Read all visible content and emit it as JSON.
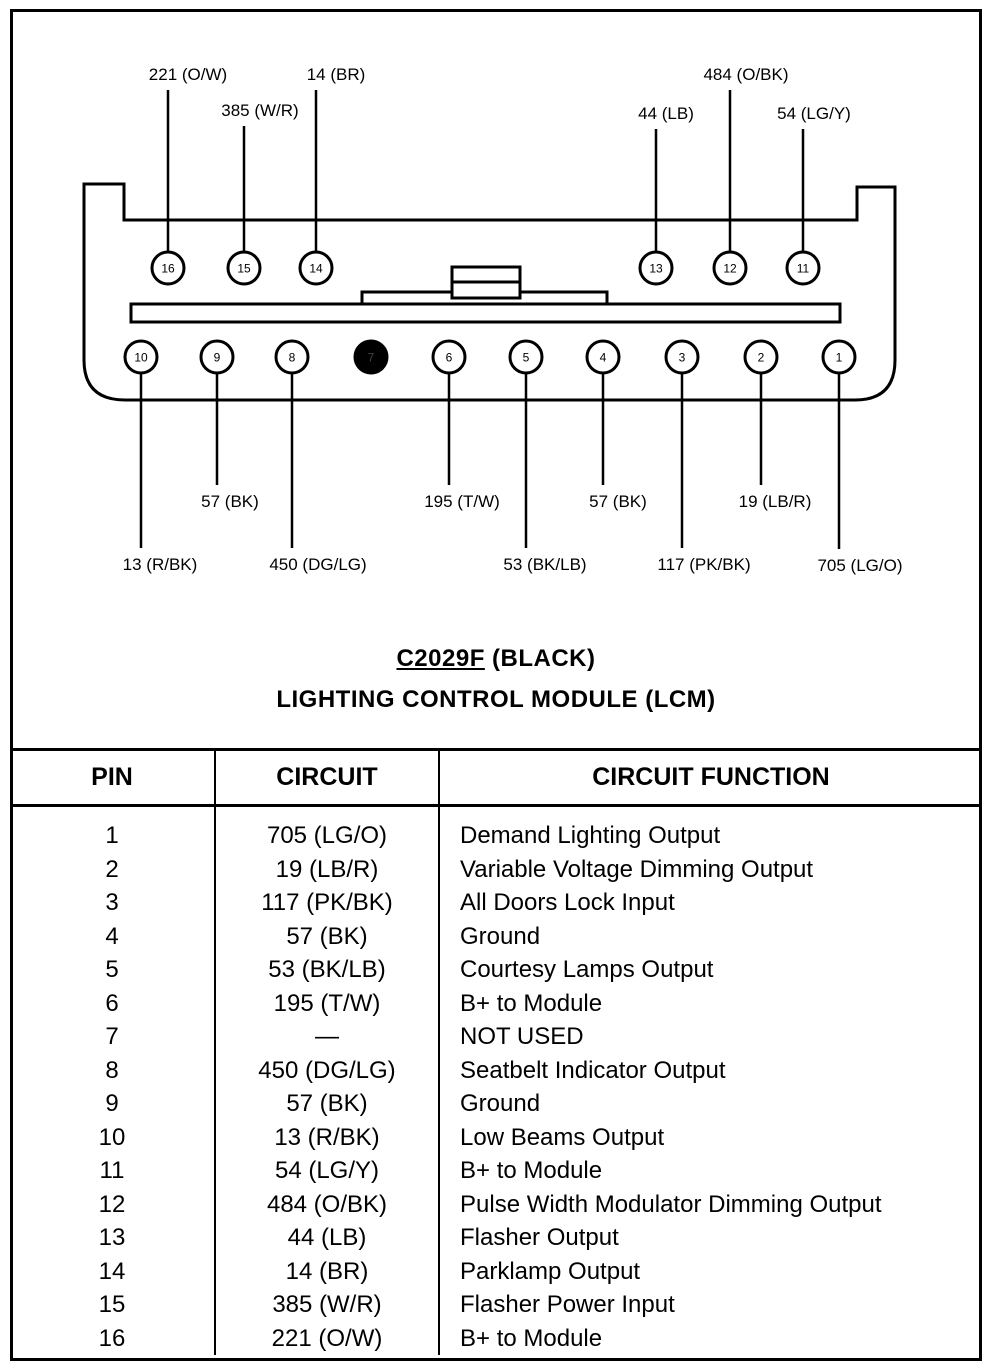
{
  "connector": {
    "id": "C2029F",
    "color_label": "(BLACK)",
    "module_name": "LIGHTING CONTROL MODULE (LCM)"
  },
  "top_row_pins": [
    {
      "pin": "16",
      "label": "221 (O/W)"
    },
    {
      "pin": "15",
      "label": "385 (W/R)"
    },
    {
      "pin": "14",
      "label": "14 (BR)"
    },
    {
      "pin": "13",
      "label": "44 (LB)"
    },
    {
      "pin": "12",
      "label": "484 (O/BK)"
    },
    {
      "pin": "11",
      "label": "54 (LG/Y)"
    }
  ],
  "bottom_row_pins": [
    {
      "pin": "10",
      "label": "13 (R/BK)"
    },
    {
      "pin": "9",
      "label": "57 (BK)"
    },
    {
      "pin": "8",
      "label": "450 (DG/LG)"
    },
    {
      "pin": "7",
      "label": "",
      "unused": true
    },
    {
      "pin": "6",
      "label": "195 (T/W)"
    },
    {
      "pin": "5",
      "label": "53 (BK/LB)"
    },
    {
      "pin": "4",
      "label": "57 (BK)"
    },
    {
      "pin": "3",
      "label": "117 (PK/BK)"
    },
    {
      "pin": "2",
      "label": "19 (LB/R)"
    },
    {
      "pin": "1",
      "label": "705 (LG/O)"
    }
  ],
  "table": {
    "headers": {
      "pin": "PIN",
      "circuit": "CIRCUIT",
      "function": "CIRCUIT FUNCTION"
    },
    "rows": [
      {
        "pin": "1",
        "circuit": "705 (LG/O)",
        "function": "Demand Lighting Output"
      },
      {
        "pin": "2",
        "circuit": "19 (LB/R)",
        "function": "Variable Voltage Dimming Output"
      },
      {
        "pin": "3",
        "circuit": "117 (PK/BK)",
        "function": "All Doors Lock Input"
      },
      {
        "pin": "4",
        "circuit": "57 (BK)",
        "function": "Ground"
      },
      {
        "pin": "5",
        "circuit": "53 (BK/LB)",
        "function": "Courtesy Lamps Output"
      },
      {
        "pin": "6",
        "circuit": "195 (T/W)",
        "function": "B+ to Module"
      },
      {
        "pin": "7",
        "circuit": "—",
        "function": "NOT USED"
      },
      {
        "pin": "8",
        "circuit": "450 (DG/LG)",
        "function": "Seatbelt Indicator Output"
      },
      {
        "pin": "9",
        "circuit": "57 (BK)",
        "function": "Ground"
      },
      {
        "pin": "10",
        "circuit": "13 (R/BK)",
        "function": "Low Beams Output"
      },
      {
        "pin": "11",
        "circuit": "54 (LG/Y)",
        "function": "B+ to Module"
      },
      {
        "pin": "12",
        "circuit": "484 (O/BK)",
        "function": "Pulse Width Modulator Dimming Output"
      },
      {
        "pin": "13",
        "circuit": "44 (LB)",
        "function": "Flasher Output"
      },
      {
        "pin": "14",
        "circuit": "14 (BR)",
        "function": "Parklamp Output"
      },
      {
        "pin": "15",
        "circuit": "385 (W/R)",
        "function": "Flasher Power Input"
      },
      {
        "pin": "16",
        "circuit": "221 (O/W)",
        "function": "B+ to Module"
      }
    ]
  }
}
